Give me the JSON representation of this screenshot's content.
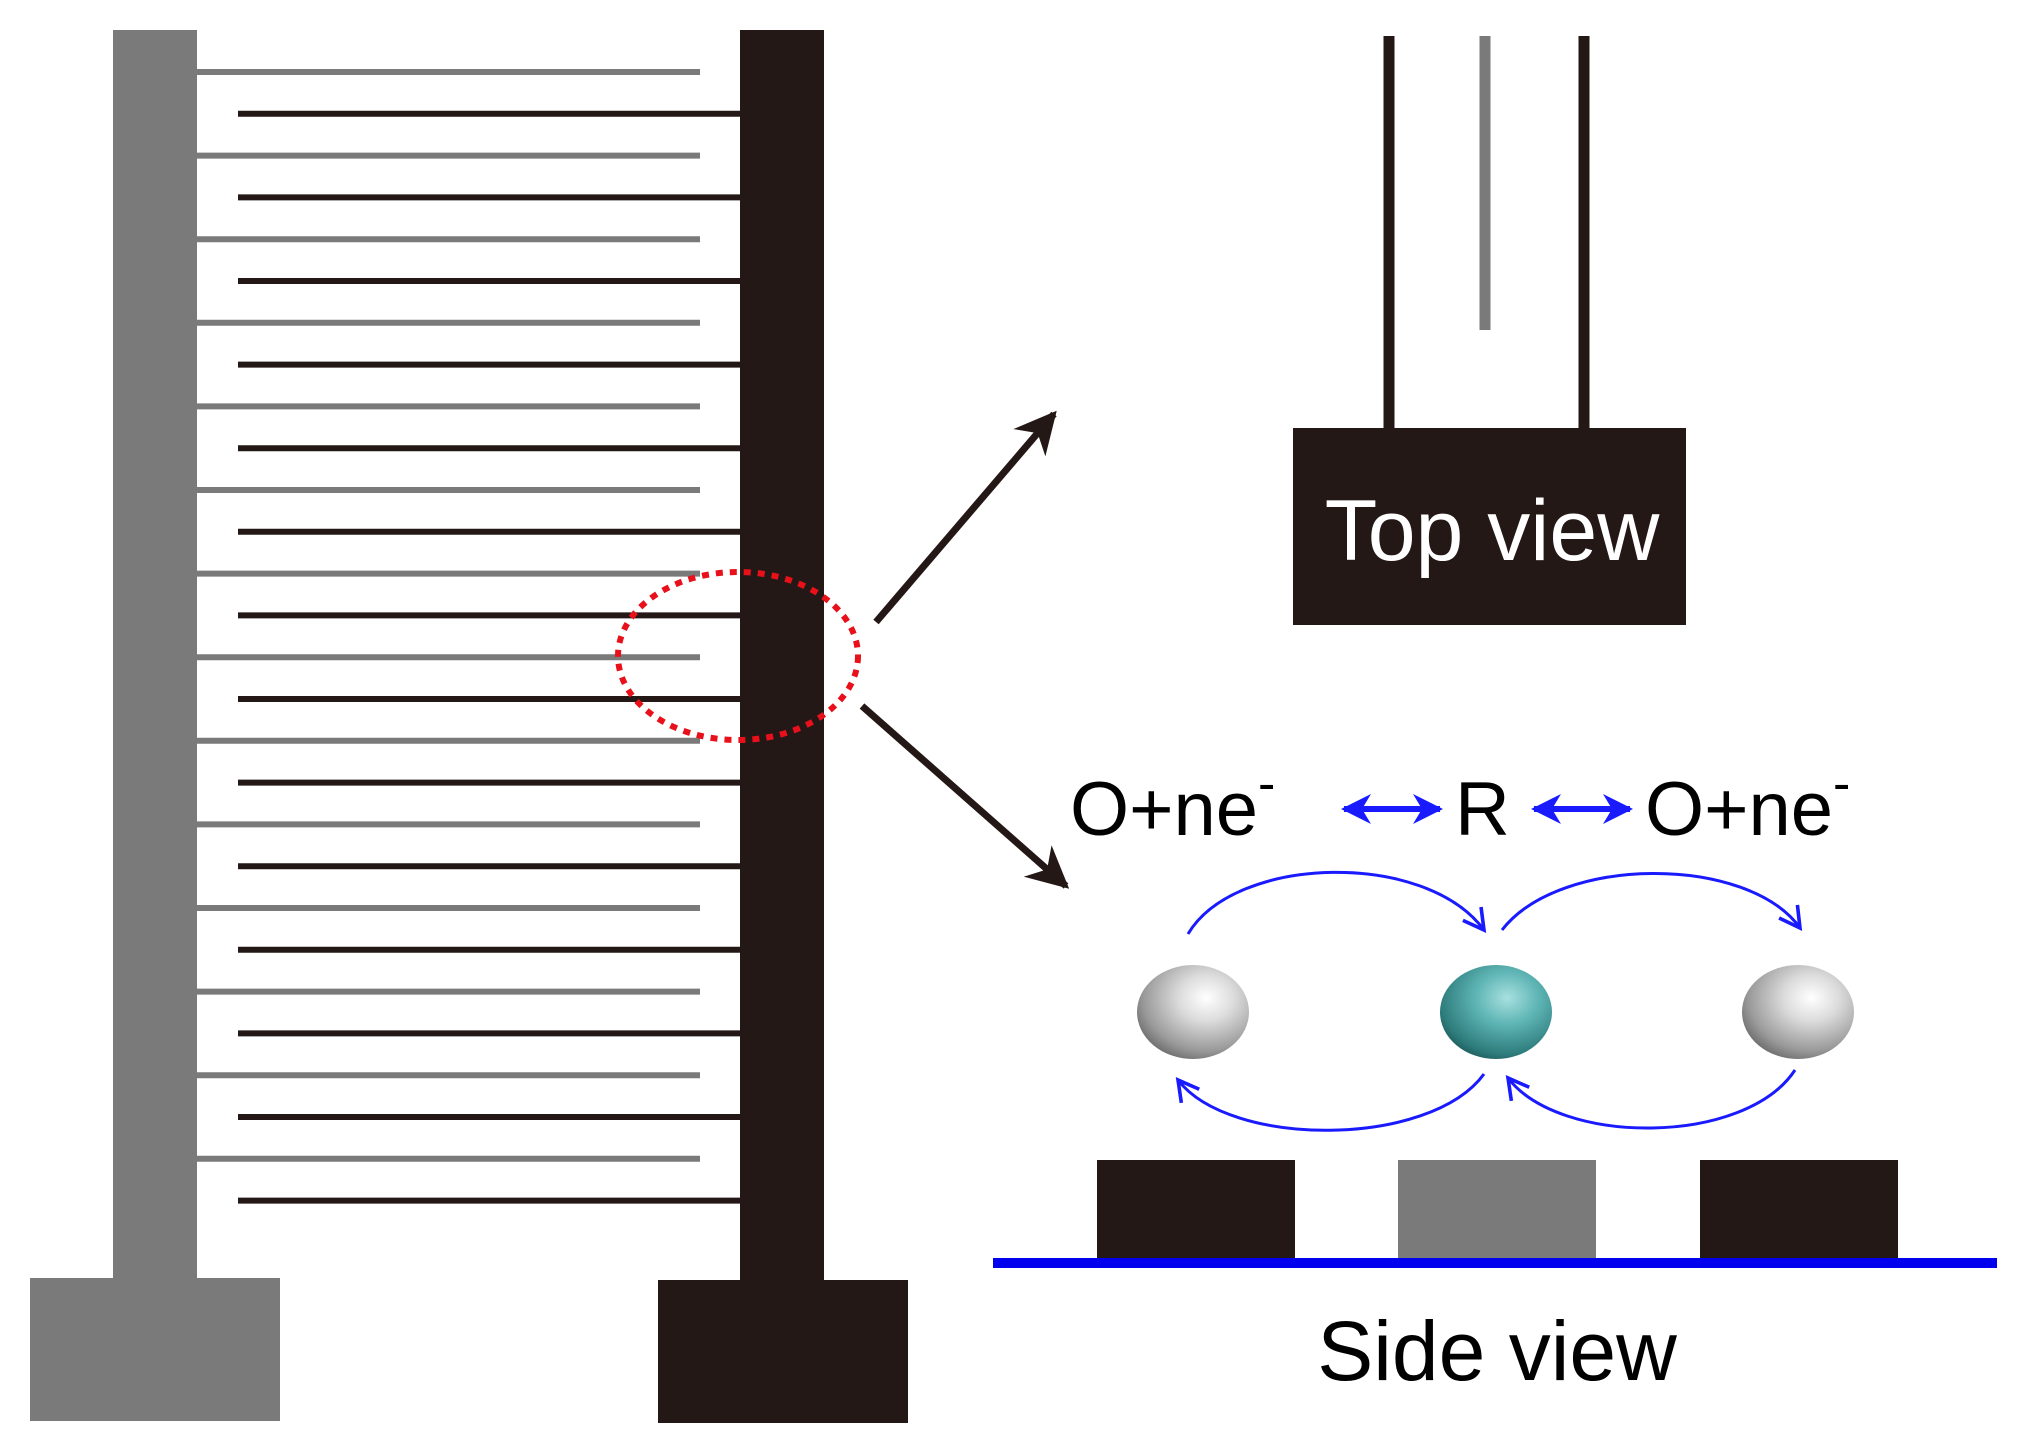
{
  "colors": {
    "electrode_gray": "#7a7a7a",
    "electrode_black": "#231815",
    "arrow_dark": "#231815",
    "redox_arrow": "#1a1aff",
    "highlight_red": "#e8101a",
    "substrate_blue": "#0000ee",
    "particle_white": "#d8d8d8",
    "particle_teal": "#4fa8a8"
  },
  "labels": {
    "top_view": "Top view",
    "side_view": "Side view",
    "left_reaction_main": "O+ne",
    "left_reaction_sup": "-",
    "center_species": "R",
    "right_reaction_main": "O+ne",
    "right_reaction_sup": "-"
  },
  "icons": {
    "zoom_arrows": "arrow-icon",
    "particles": "sphere-icon"
  }
}
